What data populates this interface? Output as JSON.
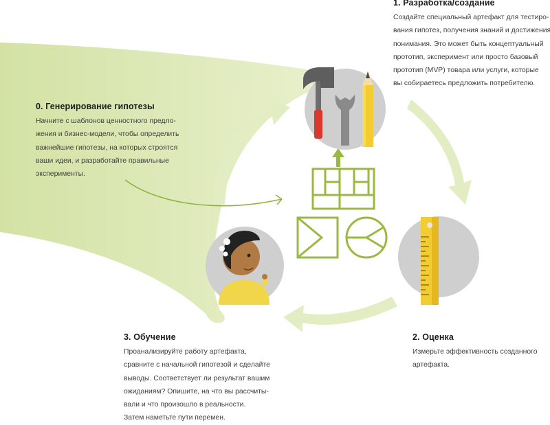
{
  "steps": {
    "s0": {
      "title": "0. Генерирование гипотезы",
      "lines": [
        "Начните с шаблонов ценностного предло-",
        "жения и бизнес-модели, чтобы определить",
        "важнейшие гипотезы, на которых строятся",
        "ваши идеи, и разработайте правильные",
        "эксперименты."
      ]
    },
    "s1": {
      "title": "1. Разработка/создание",
      "lines": [
        "Создайте специальный артефакт для тестиро-",
        "вания гипотез, получения знаний и достижения",
        "понимания. Это может быть концептуальный",
        "прототип, эксперимент или просто базовый",
        "прототип (MVP) товара или услуги, которые",
        "вы собираетесь предложить потребителю."
      ]
    },
    "s2": {
      "title": "2. Оценка",
      "lines": [
        "Измерьте эффективность созданного",
        "артефакта."
      ]
    },
    "s3": {
      "title": "3. Обучение",
      "lines": [
        "Проанализируйте работу артефакта,",
        "сравните с начальной гипотезой и сделайте",
        "выводы. Соответствует ли результат вашим",
        "ожиданиям? Опишите, на что вы рассчиты-",
        "вали и что произошло в реальности.",
        "Затем наметьте пути перемен."
      ]
    }
  },
  "icons": {
    "build": "tools-icon",
    "measure": "ruler-icon",
    "learn": "person-icon",
    "templates": "canvas-templates-icon"
  },
  "colors": {
    "green_light": "#dde9b8",
    "green_line": "#8fb33e",
    "circle_gray": "#cfcfcf",
    "yellow": "#f2cc30"
  }
}
